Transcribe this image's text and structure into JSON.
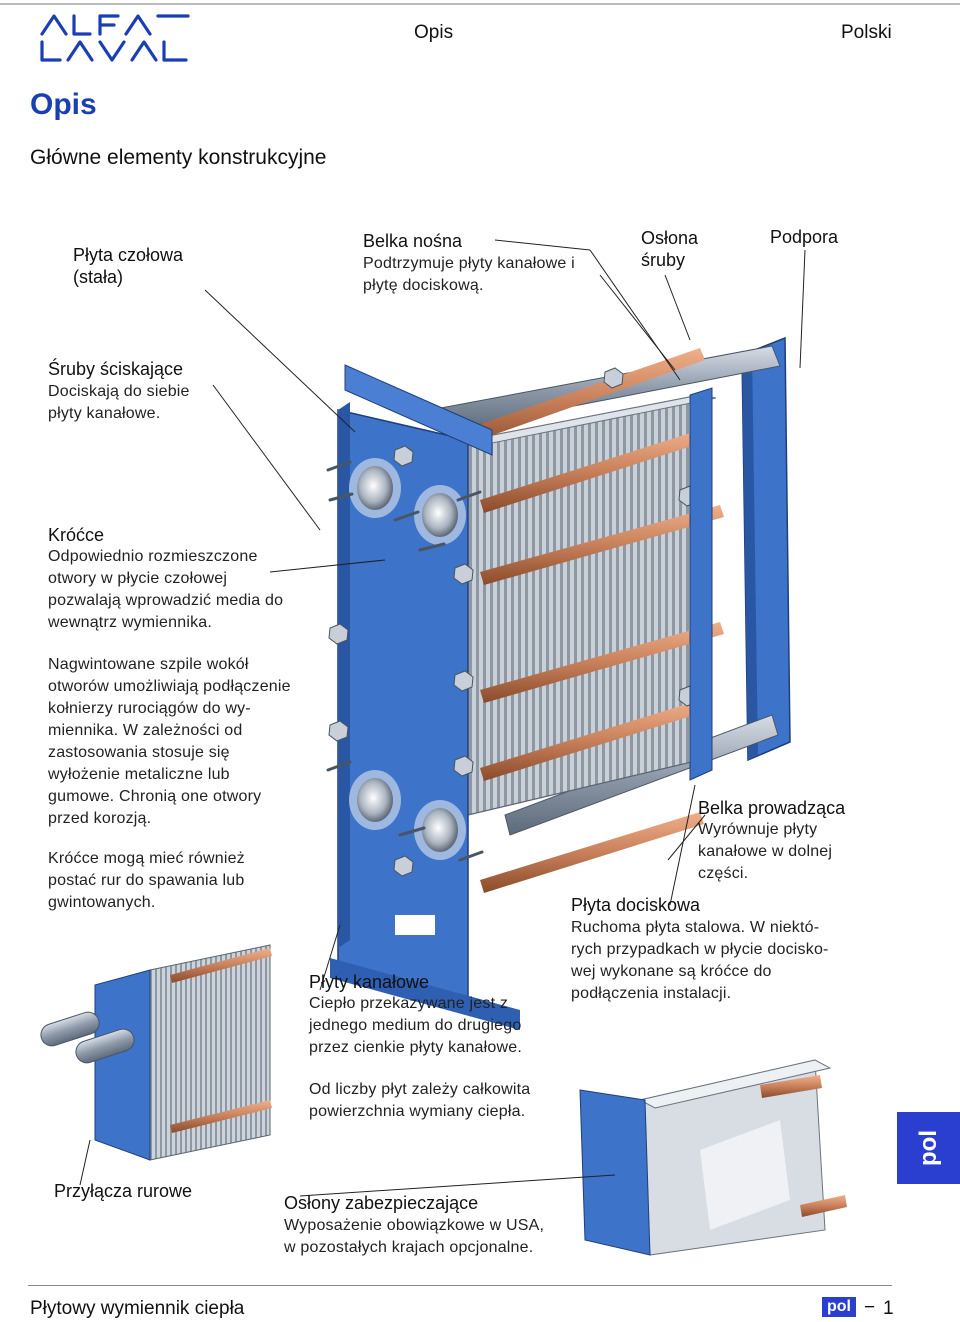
{
  "header": {
    "logo_text": "ALFA LAVAL",
    "section": "Opis",
    "language": "Polski"
  },
  "page_title": "Opis",
  "subtitle": "Główne elementy konstrukcyjne",
  "callouts": {
    "plyta_czolowa": {
      "label": "Płyta czołowa\n(stała)"
    },
    "belka_nosna": {
      "label": "Belka nośna",
      "desc": "Podtrzymuje płyty kanałowe i\npłytę dociskową."
    },
    "oslona_sruby": {
      "label": "Osłona\nśruby"
    },
    "podpora": {
      "label": "Podpora"
    },
    "sruby": {
      "label": "Śruby ściskające",
      "desc": "Dociskają do siebie\npłyty kanałowe."
    },
    "krocce": {
      "label": "Króćce",
      "desc": "Odpowiednio rozmieszczone\notwory w płycie czołowej\npozwalają wprowadzić media do\nwewnątrz wymiennika."
    },
    "nagwintowane": {
      "desc": "Nagwintowane szpile wokół\notworów umożliwiają podłączenie\nkołnierzy rurociągów do wy-\nmiennika. W zależności od\nzastosowania stosuje się\nwyłożenie metaliczne lub\ngumowe. Chronią one otwory\nprzed korozją."
    },
    "krocce_rury": {
      "desc": "Króćce mogą mieć również\npostać rur do spawania lub\ngwintowanych."
    },
    "belka_prowadzaca": {
      "label": "Belka prowadząca",
      "desc": "Wyrównuje płyty\nkanałowe w dolnej\nczęści."
    },
    "plyta_dociskowa": {
      "label": "Płyta dociskowa",
      "desc": "Ruchoma płyta stalowa. W niektó-\nrych przypadkach w płycie docisko-\nwej wykonane są króćce do\npodłączenia instalacji."
    },
    "plyty_kanalowe": {
      "label": "Płyty kanałowe",
      "desc": "Ciepło przekazywane jest z\njednego medium do drugiego\nprzez cienkie płyty kanałowe.",
      "desc2": "Od liczby płyt zależy całkowita\npowierzchnia wymiany ciepła."
    },
    "przylacza": {
      "label": "Przyłącza rurowe"
    },
    "oslony": {
      "label": "Osłony zabezpieczające",
      "desc": "Wyposażenie obowiązkowe w USA,\nw pozostałych krajach opcjonalne."
    }
  },
  "side_tab": "pol",
  "footer": {
    "doc_title": "Płytowy wymiennik ciepła",
    "lang_badge": "pol",
    "page_sep": "−",
    "page_number": "1"
  },
  "colors": {
    "frame_blue": "#3d73c9",
    "copper": "#c8805a",
    "accent_blue": "#1a3fb5",
    "tab_blue": "#2a3fd0"
  }
}
